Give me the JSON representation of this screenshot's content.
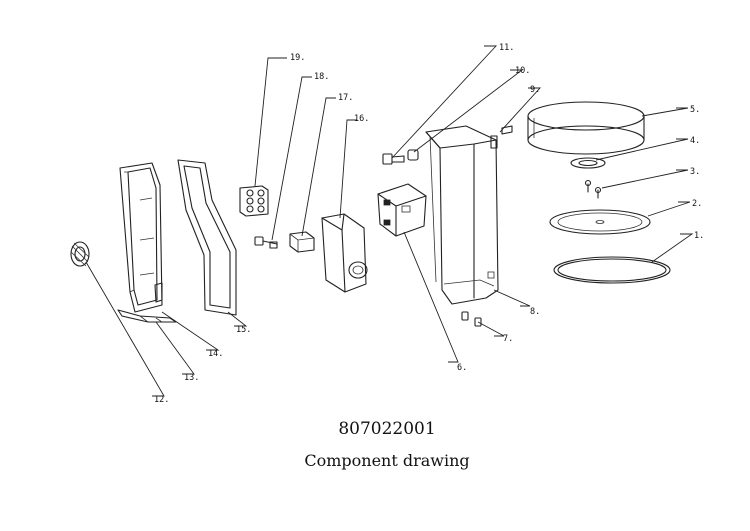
{
  "drawing": {
    "part_number": "807022001",
    "title": "Component drawing",
    "callouts": [
      "1.",
      "2.",
      "3.",
      "4.",
      "5.",
      "6.",
      "7.",
      "8.",
      "9.",
      "10.",
      "11.",
      "12.",
      "13.",
      "14.",
      "15.",
      "16.",
      "17.",
      "18.",
      "19."
    ]
  }
}
